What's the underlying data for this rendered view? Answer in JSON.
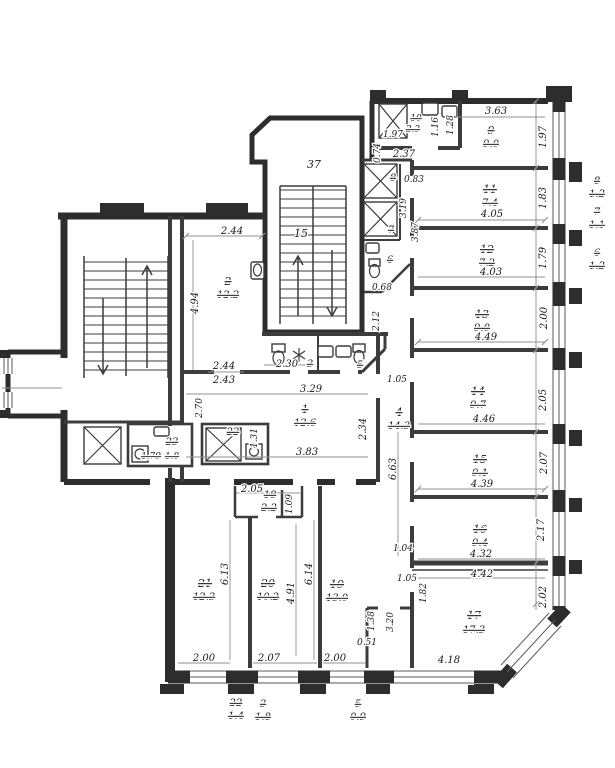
{
  "rooms": {
    "r1": {
      "num": "1",
      "area": "12.6"
    },
    "r2": {
      "num": "2",
      "area": "12.2"
    },
    "r3": {
      "num": "3"
    },
    "r4": {
      "num": "4",
      "area": "14.3"
    },
    "r5": {
      "num": "5"
    },
    "r6": {
      "num": "6"
    },
    "r7": {
      "num": "7"
    },
    "r8": {
      "num": "8"
    },
    "r9": {
      "num": "9",
      "area": "9.0"
    },
    "r10": {
      "num": "10",
      "area": "2.3"
    },
    "r11": {
      "num": "11",
      "area": "7.4"
    },
    "r12": {
      "num": "12",
      "area": "7.2"
    },
    "r13": {
      "num": "13",
      "area": "9.0"
    },
    "r14": {
      "num": "14",
      "area": "9.7"
    },
    "r15": {
      "num": "15",
      "area": "9.1"
    },
    "r16": {
      "num": "16",
      "area": "9.4"
    },
    "r17": {
      "num": "17",
      "area": "17.3"
    },
    "r18": {
      "num": "18",
      "area": "2.2"
    },
    "r19": {
      "num": "19",
      "area": "13.0"
    },
    "r20": {
      "num": "20",
      "area": "10.2"
    },
    "r21": {
      "num": "21",
      "area": "12.3"
    },
    "r22": {
      "num": "22"
    },
    "r23": {
      "num": "23",
      "area_a": "1.79",
      "area_b": "1.8"
    },
    "r37": {
      "num": "37"
    },
    "stair_mid": {
      "num": "15"
    }
  },
  "tags": {
    "rt8": {
      "num": "8",
      "val": "1.2"
    },
    "rt7": {
      "num": "7",
      "val": "1.1"
    },
    "rt6": {
      "num": "6",
      "val": "1.2"
    },
    "bt22": {
      "num": "22",
      "val": "1.4"
    },
    "bt3": {
      "num": "3",
      "val": "1.8"
    },
    "bt5": {
      "num": "5",
      "val": "0.9"
    }
  },
  "dims": {
    "r9_w": "3.63",
    "r9_win": "1.97",
    "r10_w": "1.97",
    "r10_h": "2.37",
    "r10_s1": "1.16",
    "r10_s2": "1.28",
    "r10_side": "0.74",
    "lift_w": "0.83",
    "r11_w": "4.05",
    "r11_win": "1.83",
    "r12_w": "4.03",
    "r12_win": "1.79",
    "r13_w": "4.49",
    "r13_win": "2.00",
    "r14_w": "4.46",
    "r14_win": "2.05",
    "r15_w": "4.39",
    "r15_win": "2.07",
    "r16_w": "4.32",
    "r16_win": "2.17",
    "r17_wt": "4.42",
    "r17_win": "2.02",
    "r17_wb": "4.18",
    "r17_left": "1.82",
    "lobby_v1": "3.19",
    "lobby_v2": "3.87",
    "lobby_v3": "2.12",
    "wc_door": "0.68",
    "r2_w": "2.44",
    "r2_h": "4.94",
    "r1_ta": "2.44",
    "r1_tb": "2.43",
    "bath_w": "2.30",
    "r1_w1": "3.29",
    "r1_w2": "3.83",
    "r1_side": "2.34",
    "cor_door": "1.05",
    "cor_len": "6.63",
    "cor_d1": "1.04",
    "cor_d2": "1.05",
    "pass_h": "2.70",
    "r22_s": "1.31",
    "r18_w": "2.05",
    "r18_s": "1.09",
    "r21_len": "6.13",
    "r20_len": "4.91",
    "r19_len": "6.14",
    "r21_win": "2.00",
    "r20_win": "2.07",
    "r19_win": "2.00",
    "nook_w": "1.38",
    "nook_d": "0.51",
    "nook_h": "3.20"
  }
}
